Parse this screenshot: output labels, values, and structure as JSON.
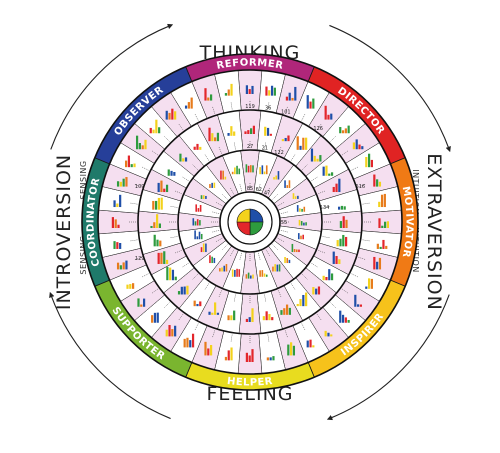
{
  "colors": {
    "page_bg": "#ffffff",
    "ring_line": "#1a1a1a",
    "cell_pink": "#f5dff0",
    "cell_white": "#ffffff",
    "bar_palette": [
      "#1f4fa8",
      "#2e9b3e",
      "#e3262b",
      "#f3d21c",
      "#e77b1c"
    ]
  },
  "outer_labels": {
    "top": "THINKING",
    "right": "EXTRAVERSION",
    "bottom": "FEELING",
    "left": "INTROVERSION"
  },
  "sub_labels": {
    "left_a": "SENSING",
    "left_b": "SENSING",
    "right_a": "INTUITION",
    "right_b": "INTUITION"
  },
  "band_segments": [
    {
      "label": "REFORMER",
      "color": "#b0267a"
    },
    {
      "label": "DIRECTOR",
      "color": "#e02323"
    },
    {
      "label": "MOTIVATOR",
      "color": "#f07a15"
    },
    {
      "label": "INSPIRER",
      "color": "#f6c21b"
    },
    {
      "label": "HELPER",
      "color": "#e8dc1f"
    },
    {
      "label": "SUPPORTER",
      "color": "#7ab52f"
    },
    {
      "label": "COORDINATOR",
      "color": "#1f7a6a"
    },
    {
      "label": "OBSERVER",
      "color": "#263f99"
    }
  ],
  "center_quadrants": [
    "#1f4fa8",
    "#2e9b3e",
    "#e3262b",
    "#f3d21c"
  ],
  "outer_ring_numbers": [
    "119",
    "36",
    "101",
    "",
    "126",
    "",
    "",
    "",
    "116",
    "",
    "",
    "",
    "",
    "",
    "",
    "",
    "",
    "",
    "",
    "",
    "",
    "",
    "",
    "",
    "",
    "",
    "",
    "",
    "129",
    "",
    "",
    "",
    "109",
    "",
    "",
    "",
    "",
    "",
    "",
    ""
  ],
  "middle_ring_numbers": [
    "27",
    "21",
    "122",
    "",
    "",
    "",
    "",
    "134",
    "",
    "",
    "",
    "",
    "",
    "",
    "",
    "",
    "",
    "",
    "",
    "",
    "",
    "",
    "",
    "",
    "",
    "",
    "",
    "",
    "",
    "",
    "",
    ""
  ],
  "inner_ring_numbers": [
    "85",
    "62",
    "47",
    "",
    "",
    "",
    "55",
    "",
    "",
    "",
    "",
    "",
    "",
    "",
    "",
    "",
    "",
    "",
    "",
    "",
    "",
    "",
    "",
    ""
  ]
}
